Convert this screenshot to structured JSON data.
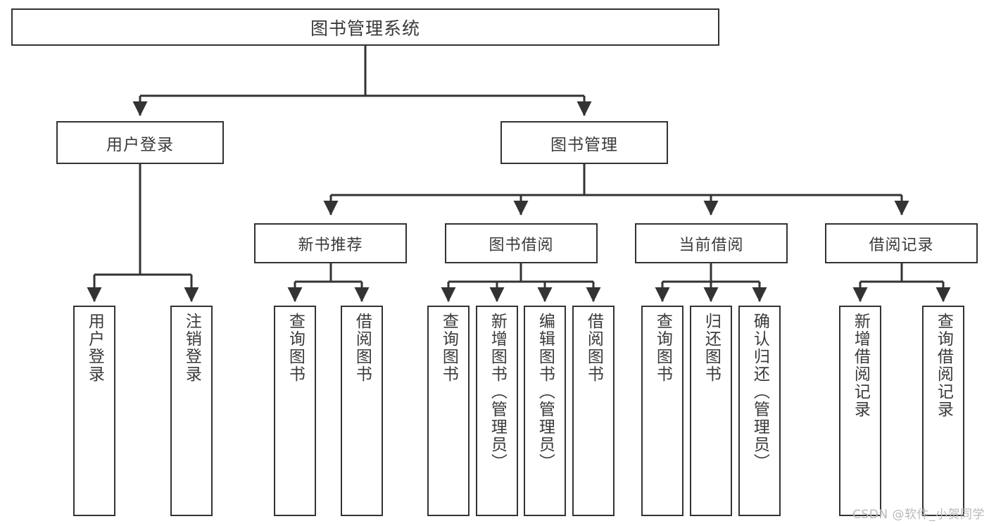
{
  "diagram": {
    "title": "图书管理系统",
    "type": "tree-hierarchy",
    "watermark": "CSDN @软件_小贺同学",
    "colors": {
      "box_border": "#333333",
      "box_fill": "#ffffff",
      "text": "#3a3a3a",
      "connector": "#333333",
      "watermark": "#b9b9b9",
      "background": "#ffffff"
    },
    "root": {
      "id": "root",
      "label": "图书管理系统"
    },
    "level1": [
      {
        "id": "user-login",
        "label": "用户登录"
      },
      {
        "id": "book-manage",
        "label": "图书管理"
      }
    ],
    "level2": [
      {
        "id": "new-book-recommend",
        "label": "新书推荐",
        "parent": "book-manage"
      },
      {
        "id": "book-borrow",
        "label": "图书借阅",
        "parent": "book-manage"
      },
      {
        "id": "current-borrow",
        "label": "当前借阅",
        "parent": "book-manage"
      },
      {
        "id": "borrow-record",
        "label": "借阅记录",
        "parent": "book-manage"
      }
    ],
    "leaves": [
      {
        "id": "leaf-user-login",
        "label": "用户登录",
        "parent": "user-login"
      },
      {
        "id": "leaf-user-logout",
        "label": "注销登录",
        "parent": "user-login"
      },
      {
        "id": "leaf-query-book-1",
        "label": "查询图书",
        "parent": "new-book-recommend"
      },
      {
        "id": "leaf-borrow-book-1",
        "label": "借阅图书",
        "parent": "new-book-recommend"
      },
      {
        "id": "leaf-query-book-2",
        "label": "查询图书",
        "parent": "book-borrow"
      },
      {
        "id": "leaf-add-book",
        "label": "新增图书（管理员）",
        "parent": "book-borrow"
      },
      {
        "id": "leaf-edit-book",
        "label": "编辑图书（管理员）",
        "parent": "book-borrow"
      },
      {
        "id": "leaf-borrow-book-2",
        "label": "借阅图书",
        "parent": "book-borrow"
      },
      {
        "id": "leaf-query-book-3",
        "label": "查询图书",
        "parent": "current-borrow"
      },
      {
        "id": "leaf-return-book",
        "label": "归还图书",
        "parent": "current-borrow"
      },
      {
        "id": "leaf-confirm-return",
        "label": "确认归还（管理员）",
        "parent": "current-borrow"
      },
      {
        "id": "leaf-add-record",
        "label": "新增借阅记录",
        "parent": "borrow-record"
      },
      {
        "id": "leaf-query-record",
        "label": "查询借阅记录",
        "parent": "borrow-record"
      }
    ]
  }
}
